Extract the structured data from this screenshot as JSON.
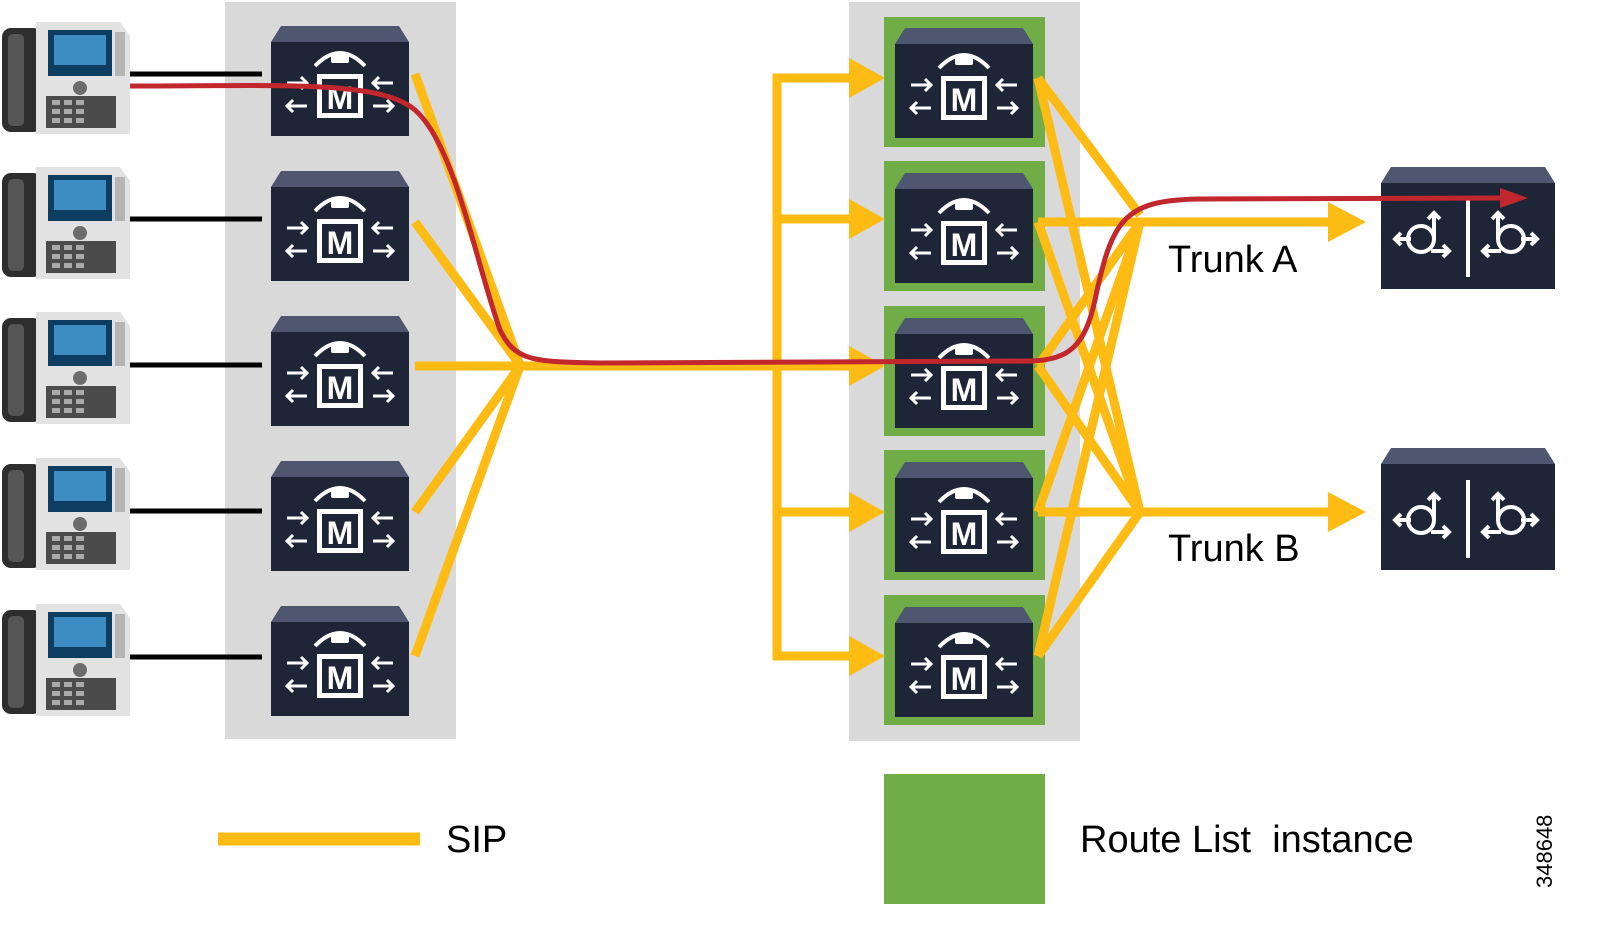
{
  "trunks": [
    {
      "label": "Trunk A"
    },
    {
      "label": "Trunk B"
    }
  ],
  "legend": {
    "sip_label": "SIP",
    "route_list_label": "Route List  instance"
  },
  "figure_id": "348648",
  "colors": {
    "sip": "#FDBB13",
    "call_path": "#C1272D",
    "route_list_instance": "#70AD47",
    "cluster_background": "#D9D9D9",
    "device_body": "#1E2537",
    "device_top": "#4F5670",
    "phone_line": "#000000"
  },
  "icons": {
    "phone": "ip-phone-icon",
    "call_manager": "call-manager-icon",
    "gateway": "voice-gateway-icon"
  }
}
